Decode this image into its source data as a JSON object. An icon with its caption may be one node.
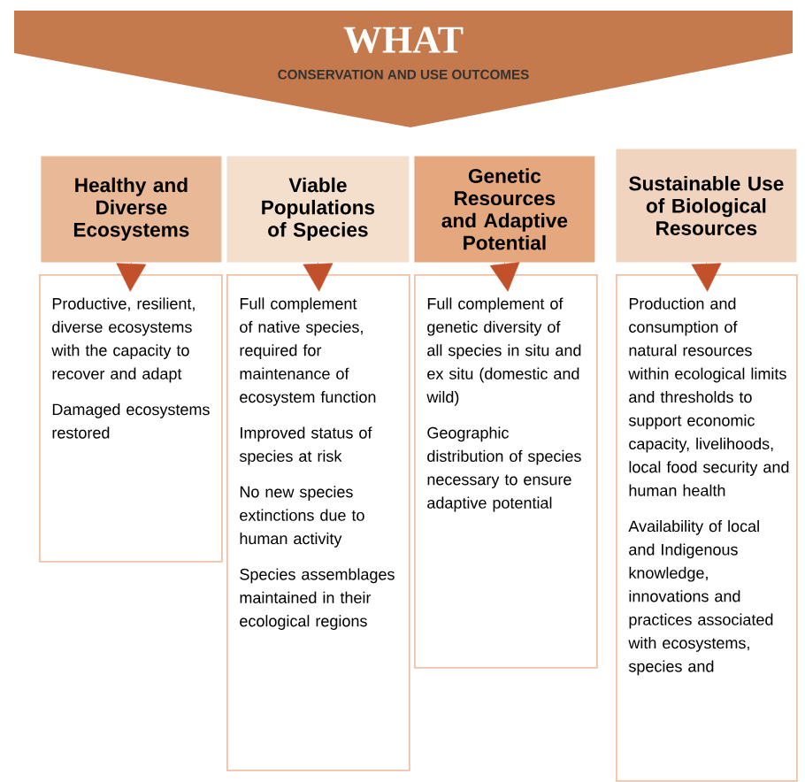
{
  "diagram": {
    "nodes": [
      {
        "text": [
          "WHAT",
          "CONSERVATION AND USE OUTCOMES"
        ]
      },
      {
        "text": [
          "Healthy and Diverse Ecosystems"
        ]
      },
      {
        "text": [
          "Viable Populations of Species"
        ]
      },
      {
        "text": [
          "Genetic Resources and Adaptive Potential"
        ]
      },
      {
        "text": [
          "Sustainable Use of Biological Resources"
        ]
      },
      {
        "text": [
          "Productive, resilient, diverse ecosystems with the capacity to recover and adapt",
          "Damaged ecosystems restored"
        ]
      },
      {
        "text": [
          "Full complement of native species, required for maintenance of ecosystem function",
          "Improved status of  species at risk",
          "No new species extinctions due to human activity",
          "Species assemblages maintained in their ecological regions"
        ]
      },
      {
        "text": [
          "Full complement of genetic diversity of all species in situ and ex situ (domestic and wild)",
          "Geographic distribution of species necessary to ensure adaptive potential"
        ]
      },
      {
        "text": [
          "Production and consumption of natural resources within ecological limits and thresholds to support economic capacity, livelihoods, local food security and human health",
          "Availability of local and Indigenous knowledge, innovations and practices associated with ecosystems, species and"
        ]
      }
    ],
    "edges": [
      {
        "from": 1,
        "to": 5,
        "arrow": "to"
      },
      {
        "from": 2,
        "to": 6,
        "arrow": "to"
      },
      {
        "from": 3,
        "to": 7,
        "arrow": "to"
      },
      {
        "from": 4,
        "to": 8,
        "arrow": "to"
      }
    ]
  }
}
